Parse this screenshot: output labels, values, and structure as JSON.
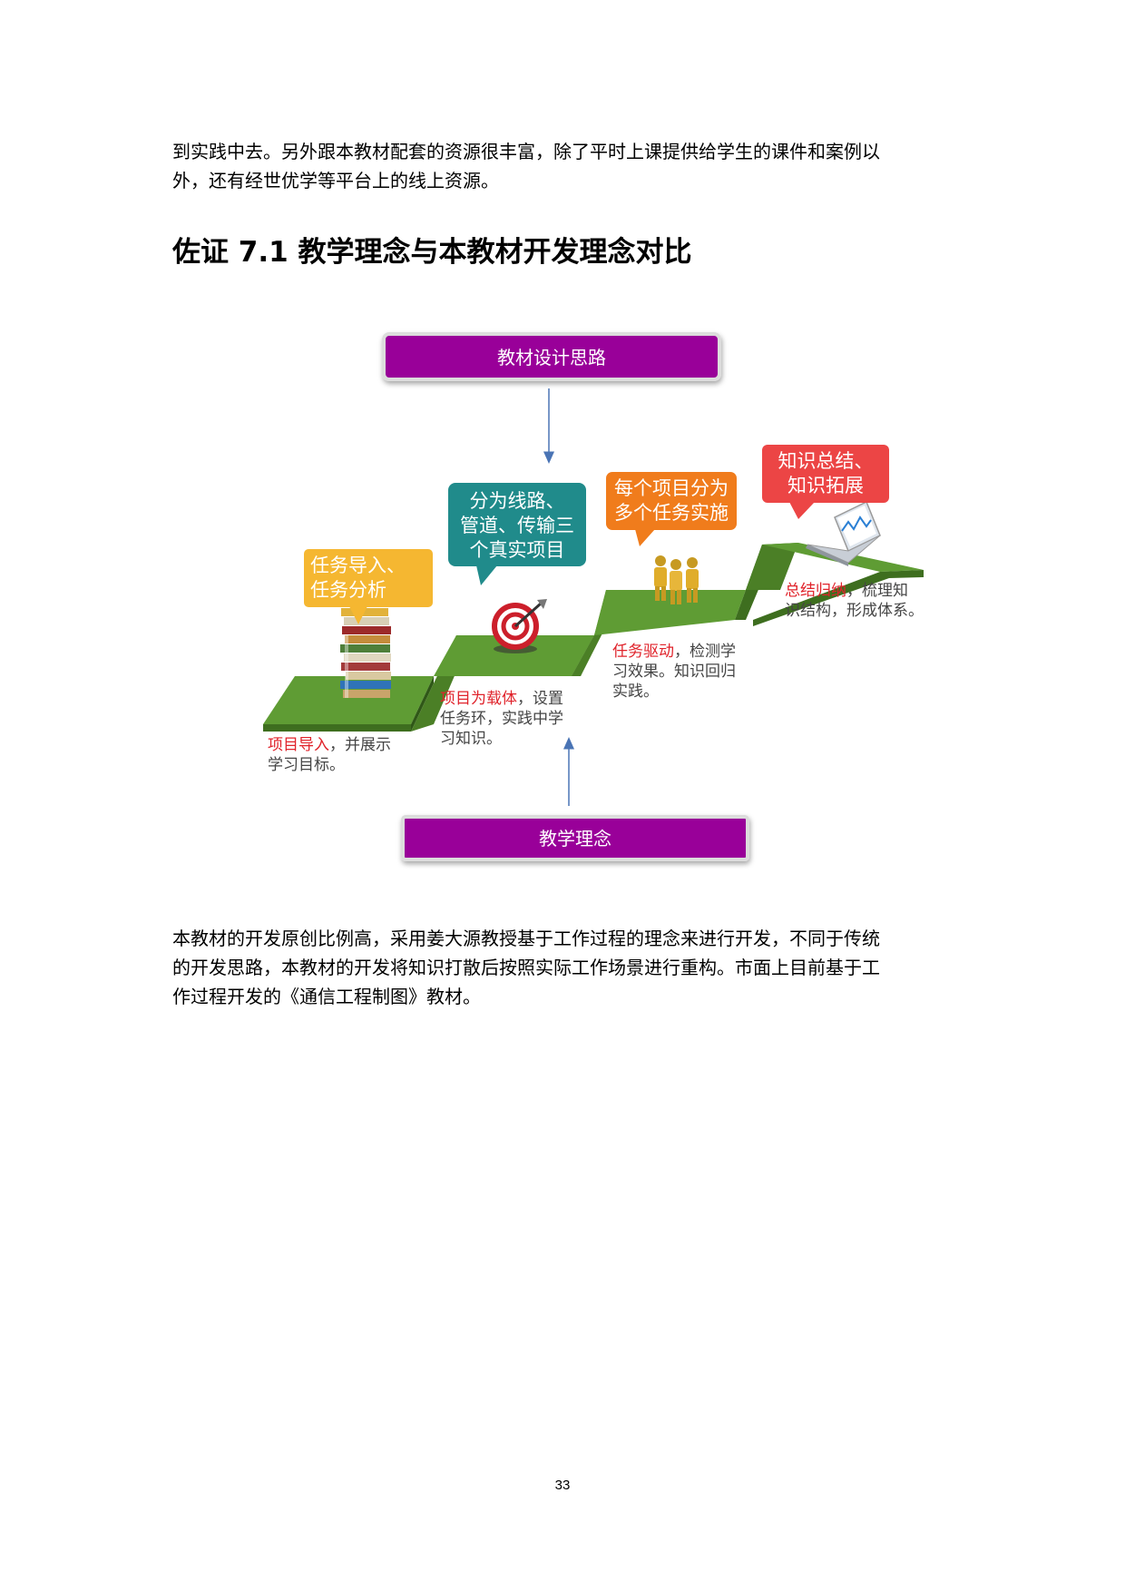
{
  "paragraphs": {
    "top_line1": "到实践中去。另外跟本教材配套的资源很丰富，除了平时上课提供给学生的课件和案例以",
    "top_line2": "外，还有经世优学等平台上的线上资源。",
    "bottom_line1": "本教材的开发原创比例高，采用姜大源教授基于工作过程的理念来进行开发，不同于传统",
    "bottom_line2": "的开发思路，本教材的开发将知识打散后按照实际工作场景进行重构。市面上目前基于工",
    "bottom_line3": "作过程开发的《通信工程制图》教材。"
  },
  "heading": "佐证 7.1  教学理念与本教材开发理念对比",
  "diagram": {
    "top_box": "教材设计思路",
    "bottom_box": "教学理念",
    "callouts": {
      "step1": [
        "任务导入、",
        "任务分析"
      ],
      "step2": [
        "分为线路、",
        "管道、传输三",
        "个真实项目"
      ],
      "step3": [
        "每个项目分为",
        "多个任务实施"
      ],
      "step4": [
        "知识总结、",
        "知识拓展"
      ]
    },
    "captions": {
      "step1": {
        "highlight": "项目导入",
        "line1_rest": "，并展示",
        "line2": "学习目标。"
      },
      "step2": {
        "highlight": "项目为载体",
        "line1_rest": "，设置",
        "line2": "任务环，实践中学",
        "line3": "习知识。"
      },
      "step3": {
        "highlight": "任务驱动",
        "line1_rest": "，检测学",
        "line2": "习效果。知识回归",
        "line3": "实践。"
      },
      "step4": {
        "highlight": "总结归纳",
        "line1_rest": "，梳理知",
        "line2": "识结构，形成体系。"
      }
    },
    "colors": {
      "purple_box": "#990099",
      "yellow": "#f5b731",
      "teal": "#208b8b",
      "orange": "#f07c1c",
      "red": "#ec4545",
      "green_top": "#5f9c34",
      "green_side": "#3e6e1f",
      "caption_red": "#e0232b",
      "caption_gray": "#444444"
    },
    "icons": [
      "book-stack-icon",
      "target-dart-icon",
      "people-group-icon",
      "laptop-chart-icon"
    ]
  },
  "page_number": "33"
}
